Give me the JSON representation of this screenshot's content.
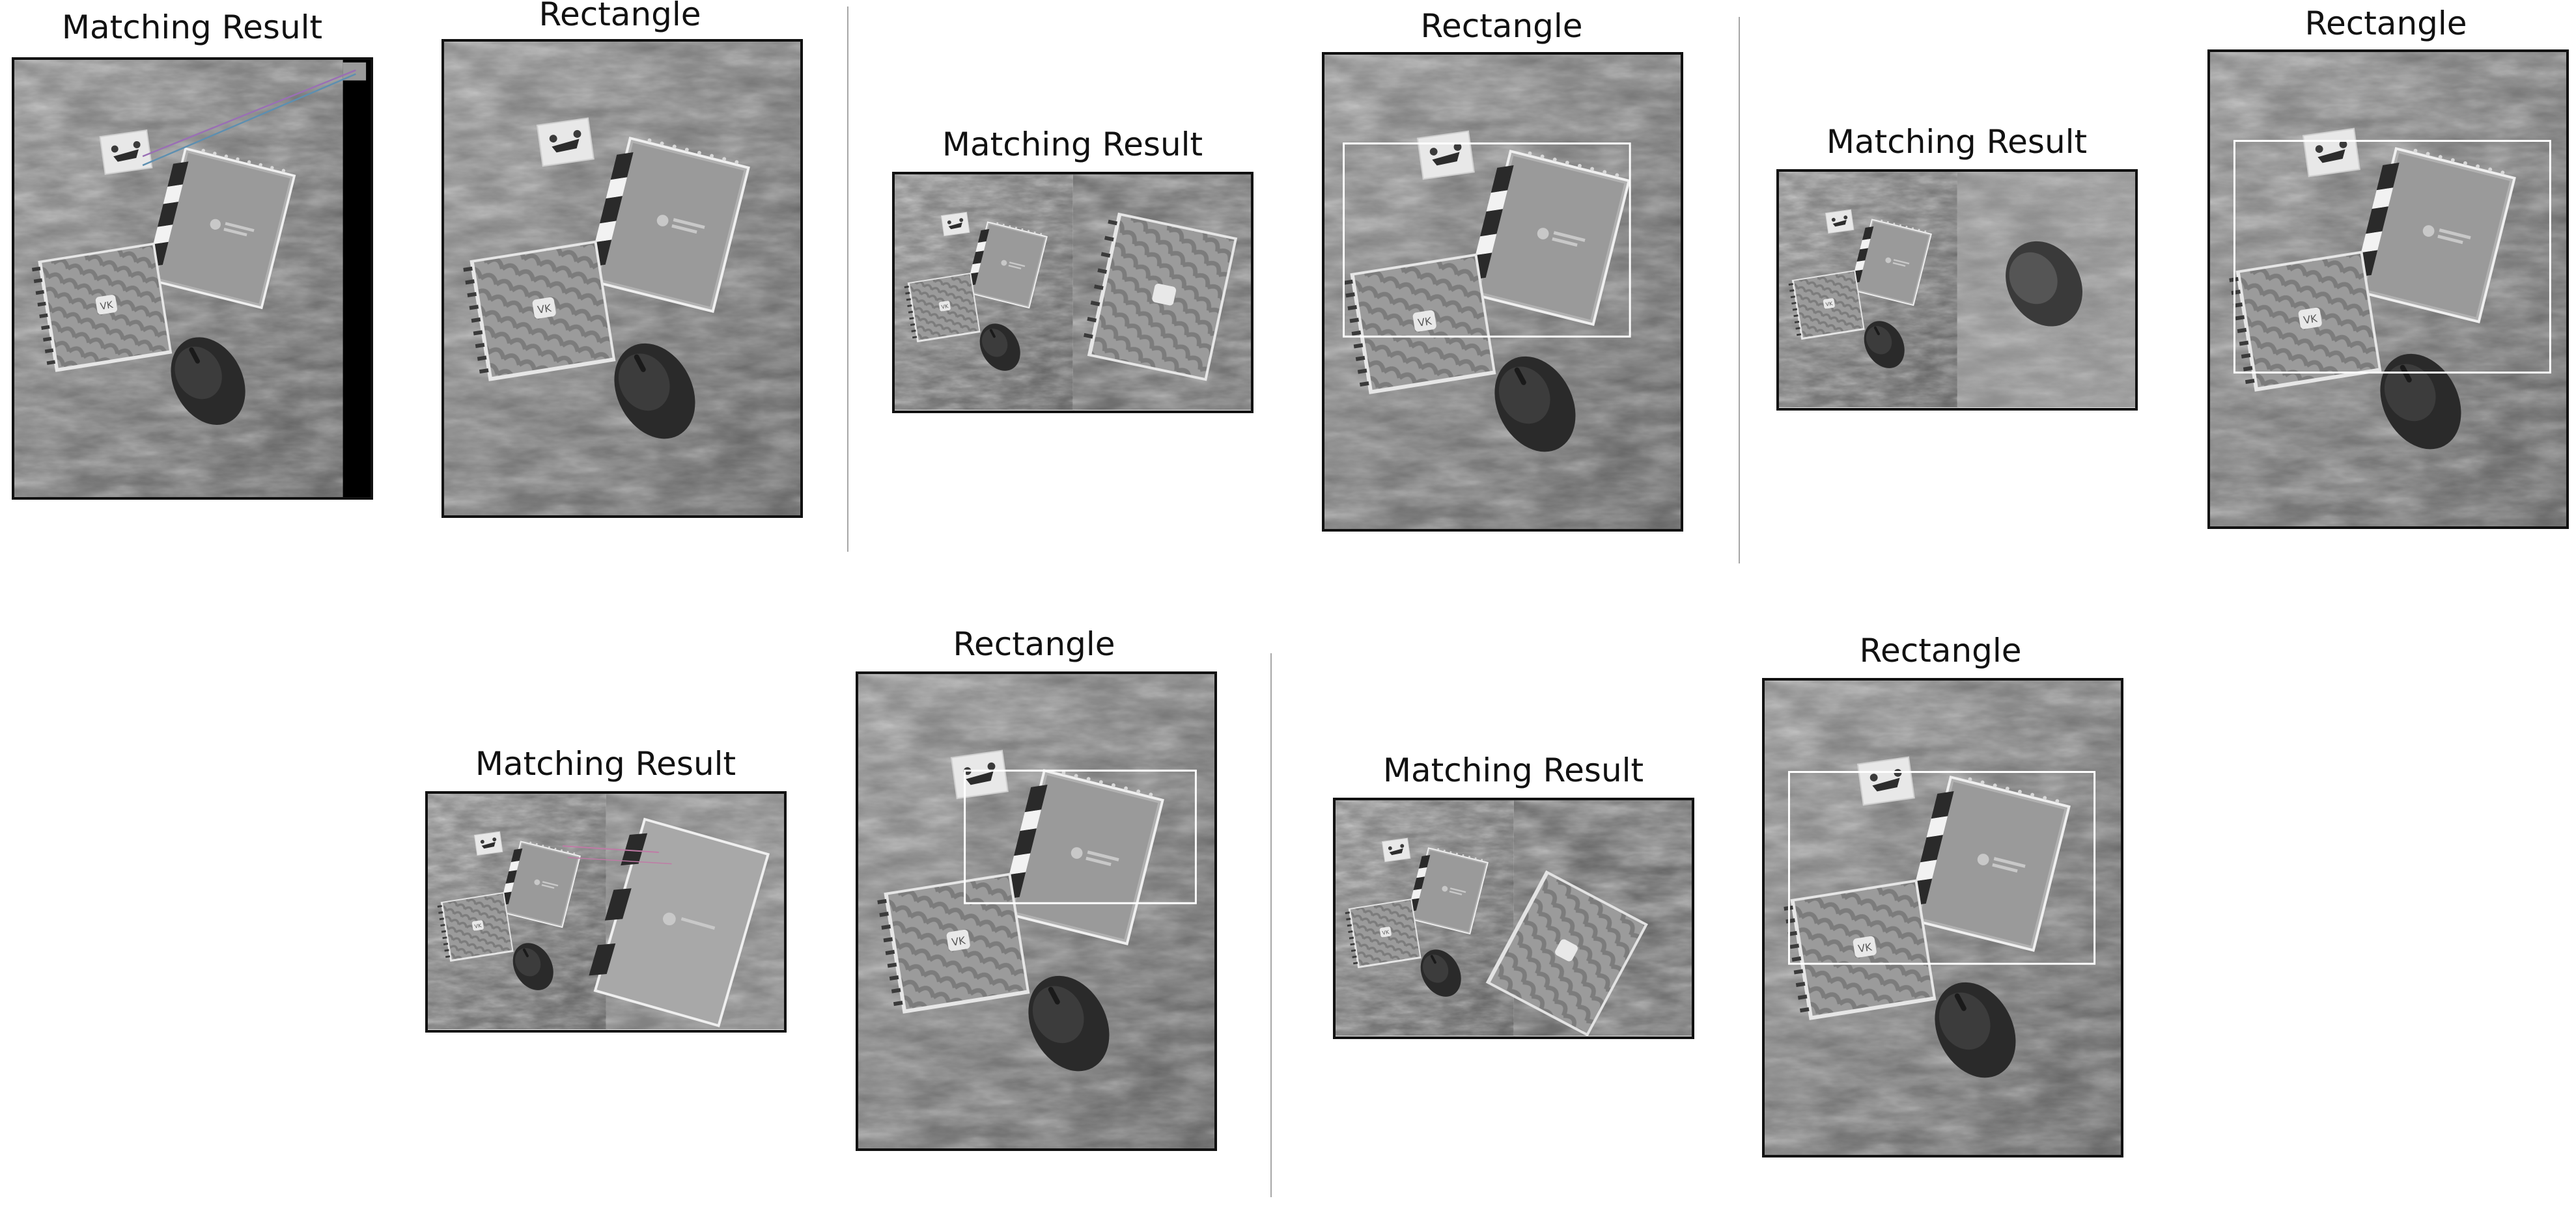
{
  "panel_titles": {
    "matching": "Matching Result",
    "rectangle": "Rectangle"
  },
  "colors": {
    "background": "#ffffff",
    "frame_border": "#111111",
    "detection_box": "#ffffff",
    "divider": "#a6a6a6",
    "match_line_1": "#9a6fb5",
    "match_line_2": "#5d8fb0",
    "match_line_3": "#c07aa6"
  },
  "scene_objects": [
    "notebook-vk",
    "notepad-spiral",
    "sticker-drone",
    "computer-mouse"
  ],
  "figure_rows": [
    {
      "row": 1,
      "experiments": [
        {
          "id": "exp-1",
          "query_object": "sticker-drone"
        },
        {
          "id": "exp-2",
          "query_object": "notebook-vk"
        },
        {
          "id": "exp-3",
          "query_object": "computer-mouse"
        }
      ]
    },
    {
      "row": 2,
      "experiments": [
        {
          "id": "exp-4",
          "query_object": "notepad-spiral"
        },
        {
          "id": "exp-5",
          "query_object": "notebook-vk"
        }
      ]
    }
  ]
}
